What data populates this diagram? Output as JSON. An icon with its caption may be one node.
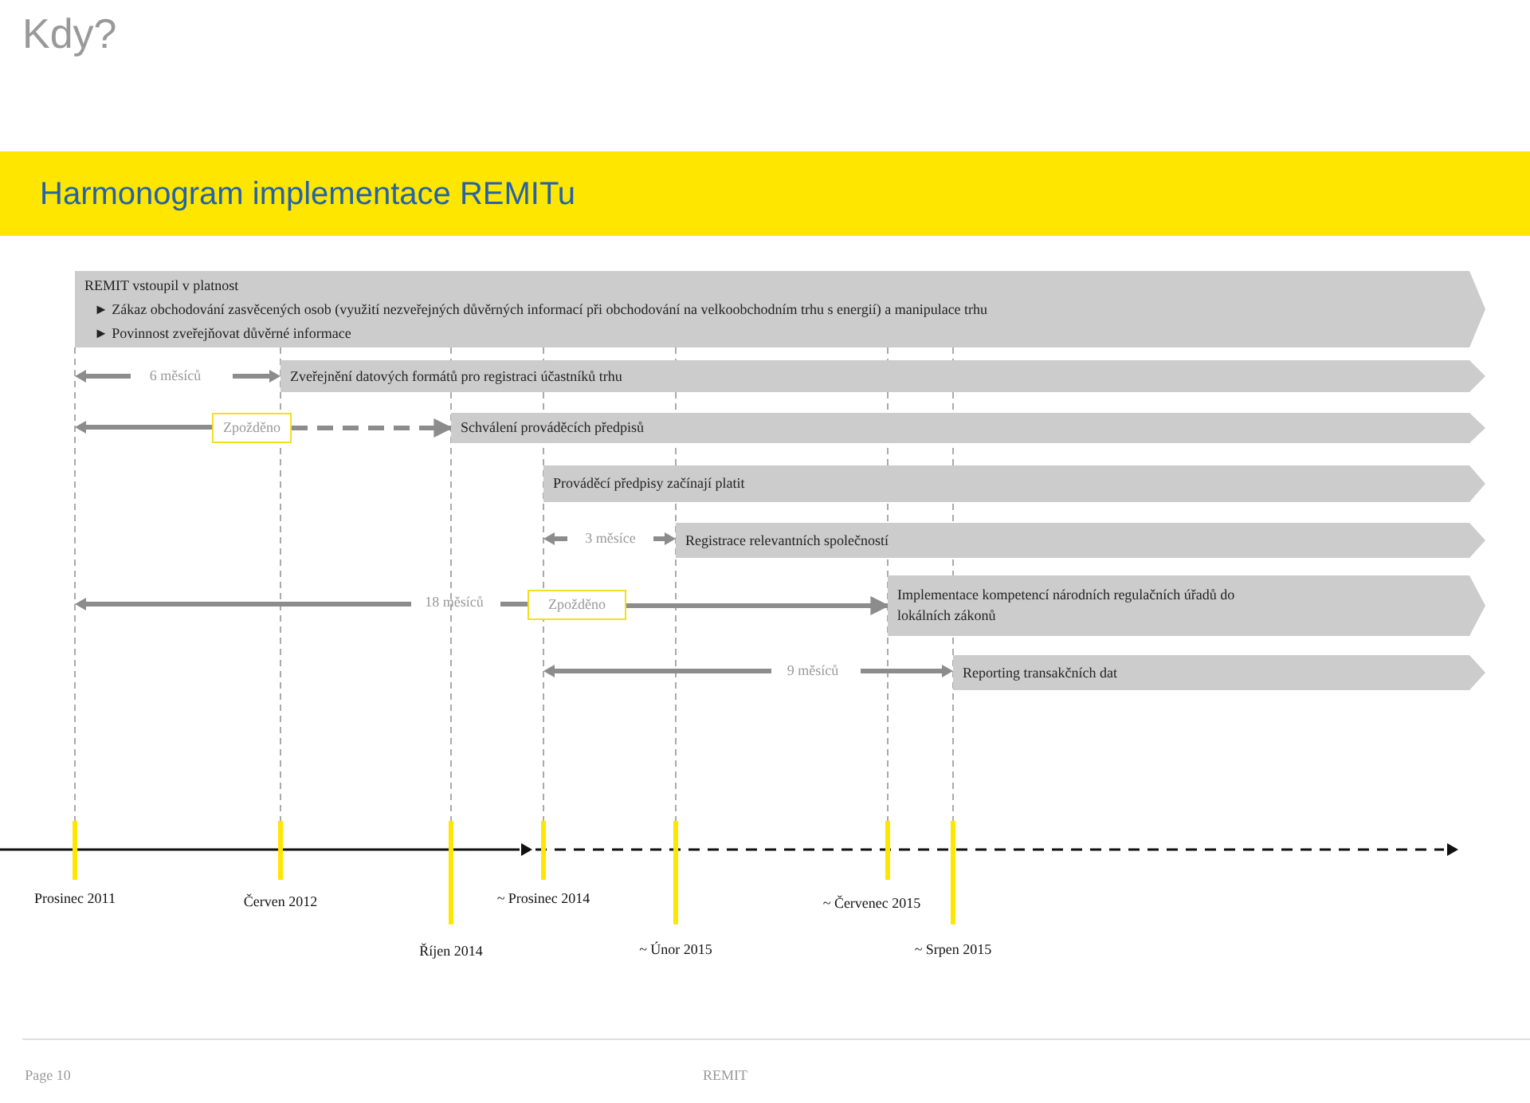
{
  "diagram": {
    "title": "Kdy?",
    "nodes": [
      {
        "text": [
          "Harmonogram implementace REMITu"
        ]
      },
      {
        "text": [
          "REMIT vstoupil v platnost",
          "► Zákaz obchodování zasvěcených osob (využití nezveřejných důvěrných informací při obchodování na velkoobchodním trhu s energií) a manipulace trhu",
          "► Povinnost zveřejňovat důvěrné informace"
        ]
      },
      {
        "text": [
          "Zveřejnění datových formátů pro registraci účastníků trhu"
        ]
      },
      {
        "text": [
          "Zpožděno"
        ]
      },
      {
        "text": [
          "Schválení prováděcích předpisů"
        ]
      },
      {
        "text": [
          "Prováděcí předpisy začínají platit"
        ]
      },
      {
        "text": [
          "Registrace relevantních společností"
        ]
      },
      {
        "text": [
          "Zpožděno"
        ]
      },
      {
        "text": [
          "Implementace kompetencí národních regulačních úřadů do lokálních zákonů"
        ]
      },
      {
        "text": [
          "Reporting transakčních dat"
        ]
      }
    ],
    "edges": [
      {
        "from": 3,
        "to": 4,
        "arrow": "to",
        "style": "dashed"
      },
      {
        "from": 7,
        "to": 8,
        "arrow": "to"
      }
    ],
    "labels": [
      "6 měsíců",
      "3 měsíce",
      "18 měsíců",
      "9 měsíců",
      "Prosinec 2011",
      "Červen 2012",
      "~ Prosinec 2014",
      "~ Červenec 2015",
      "Říjen 2014",
      "~ Únor 2015",
      "~ Srpen 2015",
      "Page 10",
      "REMIT"
    ]
  }
}
